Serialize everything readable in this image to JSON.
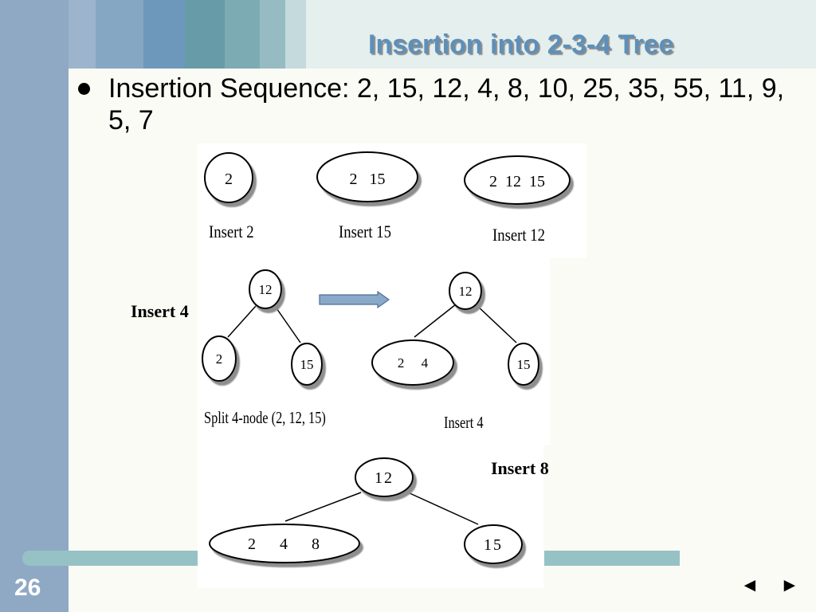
{
  "slide": {
    "title": "Insertion into 2-3-4 Tree",
    "bullet": "Insertion Sequence:  2, 15, 12, 4, 8, 10, 25, 35, 55, 11, 9, 5, 7",
    "page_number": "26",
    "nav_prev": "◄",
    "nav_next": "►"
  },
  "colors": {
    "sidebar": "#8fa9c4",
    "title": "#5d90b9",
    "accent_bar": "#96c2c6",
    "arrow_fill": "#8aa9c8"
  },
  "diagram": {
    "nodes": {
      "n_insert2": "2",
      "n_insert15": "2   15",
      "n_insert12": "2  12  15",
      "n_split_root": "12",
      "n_split_left": "2",
      "n_split_right": "15",
      "n_ins4_root": "12",
      "n_ins4_left": "2     4",
      "n_ins4_right": "15",
      "n_ins8_root": "12",
      "n_ins8_left": "2    4    8",
      "n_ins8_right": "15"
    },
    "labels": {
      "insert2": "Insert 2",
      "insert15": "Insert 15",
      "insert12": "Insert 12",
      "insert4_side": "Insert 4",
      "split": "Split 4-node (2, 12, 15)",
      "insert4": "Insert 4",
      "insert8": "Insert 8"
    }
  }
}
